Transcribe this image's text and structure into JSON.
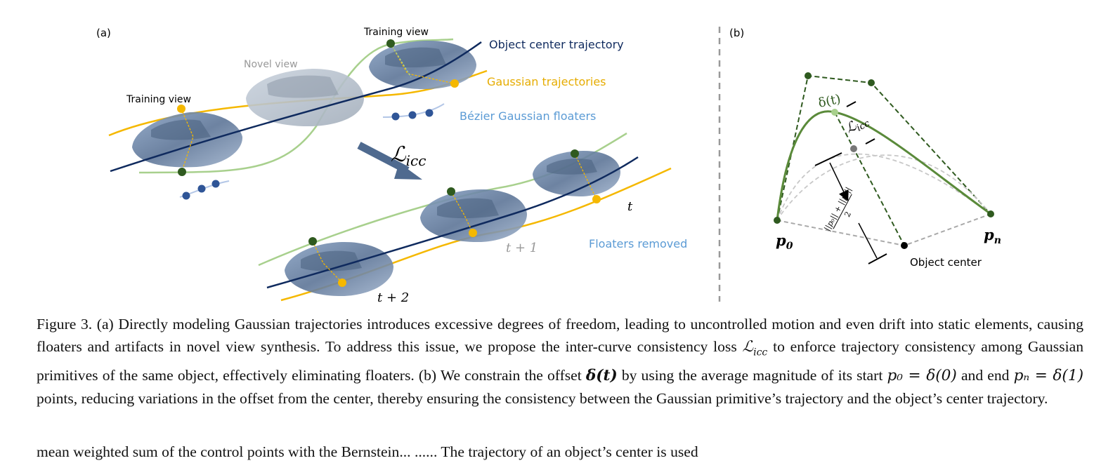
{
  "panel_a": {
    "label": "(a)",
    "training_view_top": "Training view",
    "training_view_left": "Training view",
    "novel_view": "Novel view",
    "object_center_trajectory": "Object center trajectory",
    "gaussian_trajectories": "Gaussian trajectories",
    "bezier_floaters": "Bézier Gaussian floaters",
    "loss": "ℒ",
    "loss_sub": "icc",
    "t": "t",
    "t_plus_1": "t + 1",
    "t_plus_2": "t + 2",
    "floaters_removed": "Floaters removed"
  },
  "panel_b": {
    "label": "(b)",
    "delta_t": "δ(t)",
    "loss": "ℒ",
    "loss_sub": "icc",
    "p0": "p",
    "p0_sub": "0",
    "pn": "p",
    "pn_sub": "n",
    "avg_num": "||p₀|| + ||pₙ||",
    "avg_den": "2",
    "object_center": "Object center"
  },
  "colors": {
    "navy": "#0f2a5e",
    "green": "#a8d08d",
    "yellow": "#f5b800",
    "dark_green": "#2f5a1f",
    "mid_green": "#5a8a3a",
    "floater_blue": "#2f5597",
    "light_blue_text": "#5b9bd5",
    "gray": "#999999"
  },
  "caption": {
    "p1": "Figure 3. (a) Directly modeling Gaussian trajectories introduces excessive degrees of freedom, leading to uncontrolled motion and even drift into static elements, causing floaters and artifacts in novel view synthesis. To address this issue, we propose the inter-curve consistency loss ",
    "loss": "ℒ",
    "loss_sub": "icc",
    "p2": " to enforce trajectory consistency among Gaussian primitives of the same object, effectively eliminating floaters. (b) We constrain the offset ",
    "delta": "δ(t)",
    "p3": " by using the average magnitude of its start ",
    "p0eq": "p₀ = δ(0)",
    "p4": " and end ",
    "pneq": "pₙ = δ(1)",
    "p5": " points, reducing variations in the offset from the center, thereby ensuring the consistency between the Gaussian primitive’s trajectory and the object’s center trajectory."
  },
  "next_line": "mean weighted sum of the control points with the Bernstein... ...... The trajectory of an object’s center is used"
}
